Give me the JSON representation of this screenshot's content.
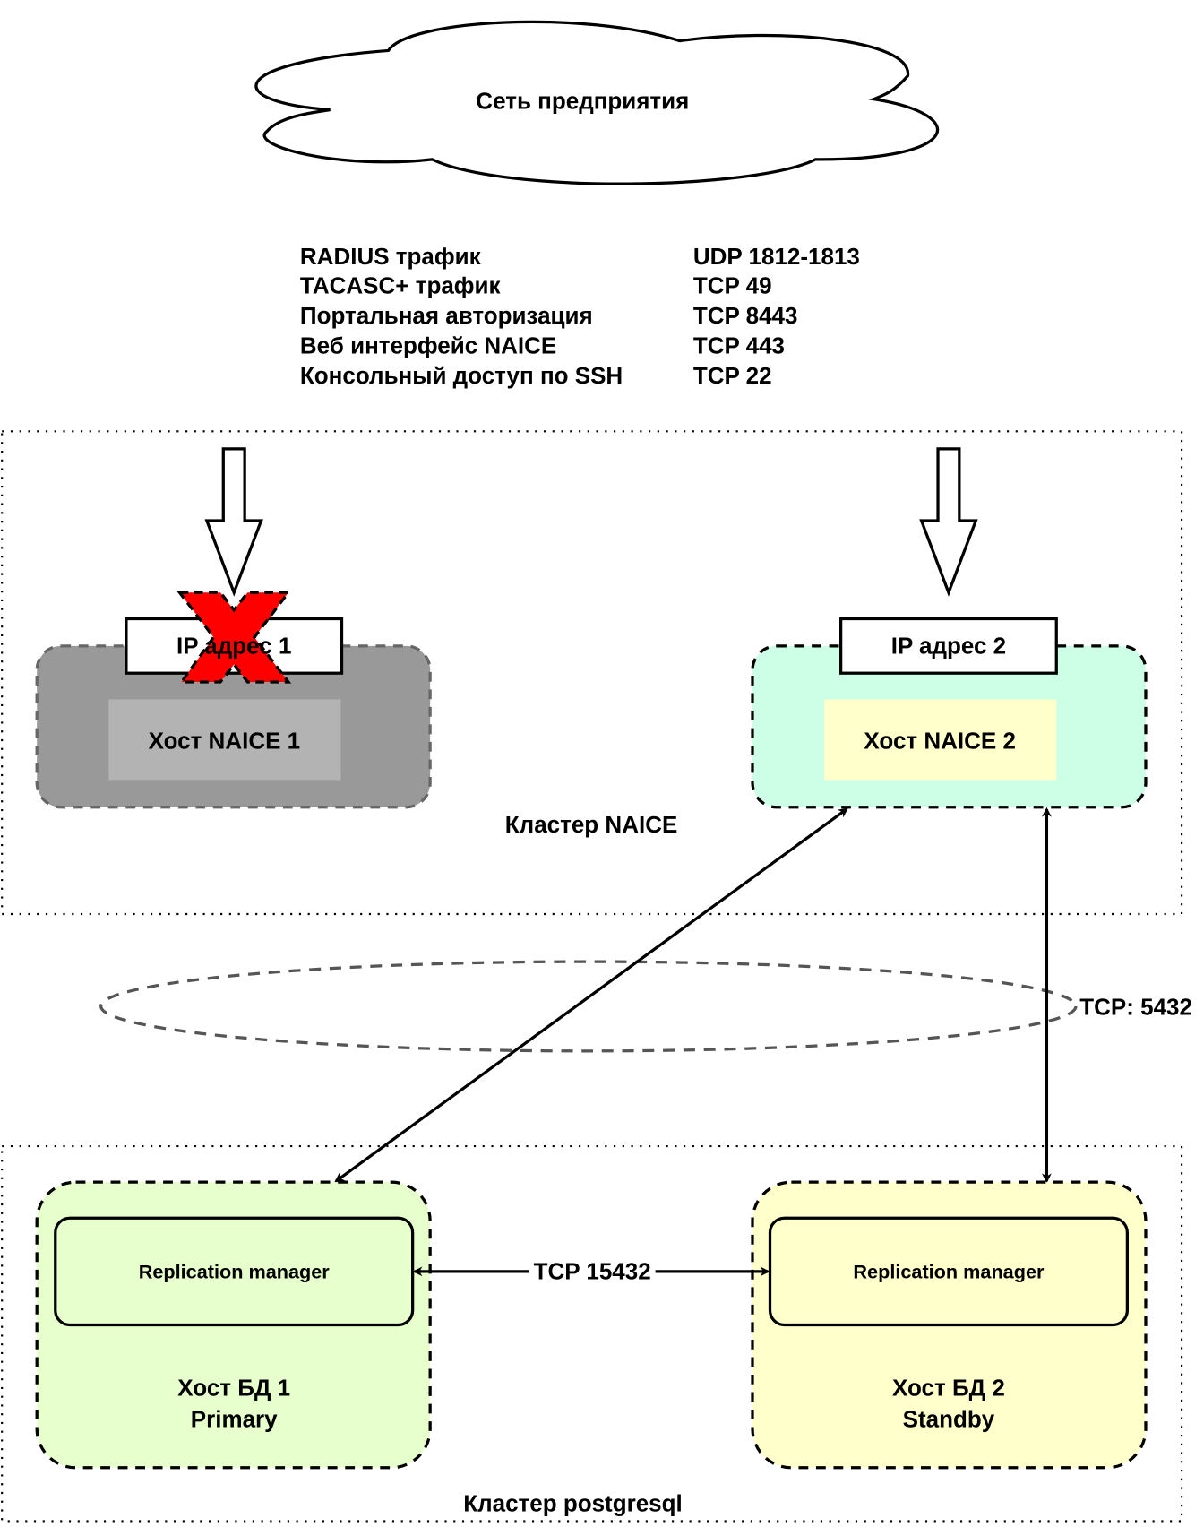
{
  "cloud": {
    "label": "Сеть предприятия"
  },
  "traffic": [
    {
      "name": "RADIUS трафик",
      "port": "UDP 1812-1813"
    },
    {
      "name": "TACASC+ трафик",
      "port": "TCP 49"
    },
    {
      "name": "Портальная авторизация",
      "port": "TCP 8443"
    },
    {
      "name": "Веб интерфейс NAICE",
      "port": "TCP 443"
    },
    {
      "name": "Консольный доступ по SSH",
      "port": "TCP 22"
    }
  ],
  "naice_cluster": {
    "label": "Кластер NAICE",
    "host1": {
      "name": "Хост NAICE 1",
      "ip": "IP адрес 1",
      "status": "failed",
      "fill": "#999999"
    },
    "host2": {
      "name": "Хост NAICE 2",
      "ip": "IP адрес 2",
      "fill": "#ccffe6",
      "inner_fill": "#ffffcc"
    }
  },
  "db_link": {
    "label": "TCP: 5432"
  },
  "pg_cluster": {
    "label": "Кластер postgresql",
    "replication_link": "TCP 15432",
    "host1": {
      "rm": "Replication manager",
      "name": "Хост БД 1",
      "role": "Primary",
      "fill": "#e6ffcc"
    },
    "host2": {
      "rm": "Replication manager",
      "name": "Хост БД 2",
      "role": "Standby",
      "fill": "#ffffcc"
    }
  },
  "colors": {
    "failure_mark": "#ff0000"
  }
}
